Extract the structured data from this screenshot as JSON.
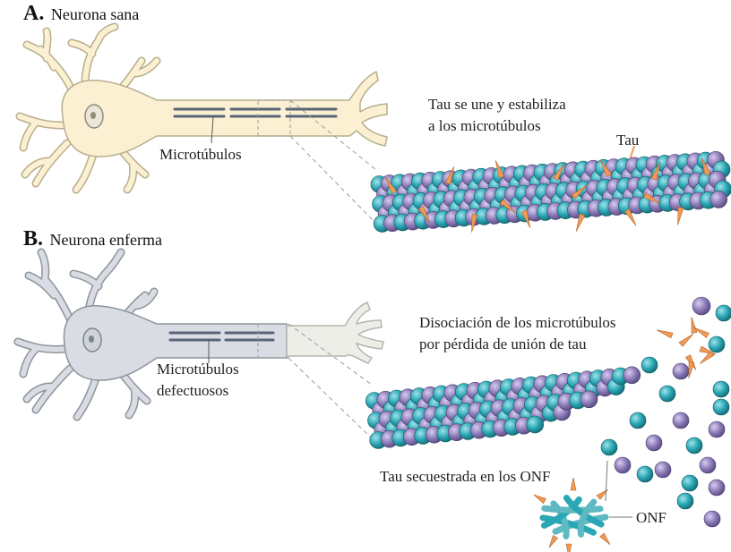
{
  "panel_a": {
    "letter": "A.",
    "title": "Neurona sana",
    "label_microtubules": "Microtúbulos",
    "label_tau_binds_line1": "Tau se une y estabiliza",
    "label_tau_binds_line2": "a los microtúbulos",
    "label_tau": "Tau"
  },
  "panel_b": {
    "letter": "B.",
    "title": "Neurona enferma",
    "label_defective_line1": "Microtúbulos",
    "label_defective_line2": "defectuosos",
    "label_dissociation_line1": "Disociación de los microtúbulos",
    "label_dissociation_line2": "por pérdida de unión de tau",
    "label_sequestered": "Tau secuestrada en los ONF",
    "label_onf": "ONF"
  },
  "colors": {
    "healthy_neuron": "#fbf1d2",
    "healthy_outline": "#b8ad8c",
    "diseased_neuron": "#d9dde3",
    "diseased_outline": "#8d939b",
    "tubulin_teal": "#2aa7b4",
    "tubulin_purple": "#8c7bb8",
    "tau_orange": "#f09a55",
    "microtubule_line": "#5a6478",
    "zoom_guide": "#9a9a9a"
  }
}
